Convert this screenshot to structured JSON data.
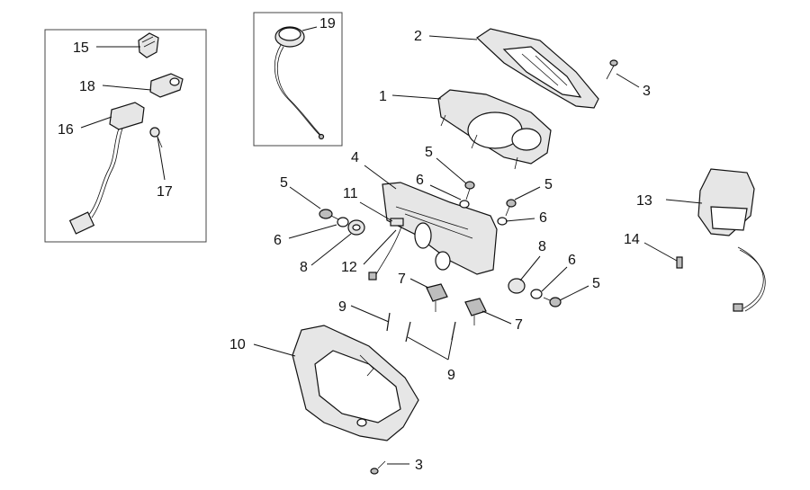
{
  "diagram": {
    "callouts": [
      "1",
      "2",
      "3",
      "3",
      "4",
      "5",
      "5",
      "5",
      "5",
      "6",
      "6",
      "6",
      "6",
      "7",
      "7",
      "8",
      "8",
      "9",
      "9",
      "10",
      "11",
      "12",
      "13",
      "14",
      "15",
      "16",
      "17",
      "18",
      "19"
    ]
  }
}
